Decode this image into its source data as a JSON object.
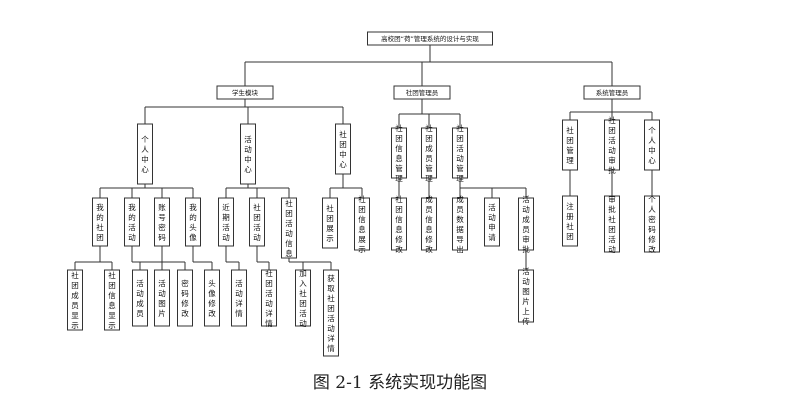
{
  "root": {
    "label": "高校团“荷”管理系统的设计与实现"
  },
  "modules": [
    {
      "label": "学生模块",
      "groups": [
        {
          "label": "个人中心",
          "items": [
            {
              "label": "我的社团",
              "leaves": [
                "社团成员显示",
                "社团信息显示"
              ]
            },
            {
              "label": "我的活动",
              "leaves": [
                "活动成员",
                "活动图片"
              ]
            },
            {
              "label": "账号密码",
              "leaves": [
                "密码修改"
              ]
            },
            {
              "label": "我的头像",
              "leaves": [
                "头像修改"
              ]
            }
          ]
        },
        {
          "label": "活动中心",
          "items": [
            {
              "label": "近期活动",
              "leaves": [
                "活动详情"
              ]
            },
            {
              "label": "社团活动",
              "leaves": [
                "社团活动详情"
              ]
            },
            {
              "label": "社团活动信息",
              "leaves": [
                "加入社团活动",
                "获取社团活动详情"
              ]
            }
          ]
        },
        {
          "label": "社团中心",
          "items": [
            {
              "label": "社团展示",
              "leaves": []
            },
            {
              "label": "社团信息展示",
              "leaves": []
            }
          ]
        }
      ]
    },
    {
      "label": "社团管理员",
      "groups": [
        {
          "label": "社团信息管理",
          "items": [
            {
              "label": "社团信息修改",
              "leaves": []
            }
          ]
        },
        {
          "label": "社团成员管理",
          "items": [
            {
              "label": "成员信息修改",
              "leaves": []
            }
          ]
        },
        {
          "label": "社团活动管理",
          "items": [
            {
              "label": "成员数据导出",
              "leaves": []
            },
            {
              "label": "活动申请",
              "leaves": []
            },
            {
              "label": "活动成员审批",
              "leaves": [
                "活动图片上传"
              ]
            }
          ]
        }
      ]
    },
    {
      "label": "系统管理员",
      "groups": [
        {
          "label": "社团管理",
          "items": [
            {
              "label": "注册社团",
              "leaves": []
            }
          ]
        },
        {
          "label": "社团活动审批",
          "items": [
            {
              "label": "审批社团活动",
              "leaves": []
            }
          ]
        },
        {
          "label": "个人中心",
          "items": [
            {
              "label": "个人密码修改",
              "leaves": []
            }
          ]
        }
      ]
    }
  ],
  "caption": "图 2-1  系统实现功能图"
}
